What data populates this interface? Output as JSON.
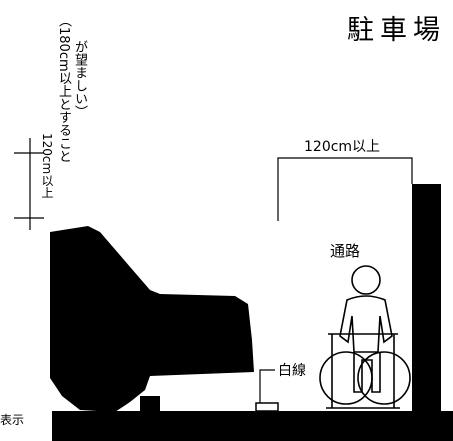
{
  "title": "駐車場",
  "notes": {
    "recommended_height_line1": "（180cm以上とすること",
    "recommended_height_line2": "が望ましい）",
    "height_label": "120cm以上"
  },
  "labels": {
    "width_label": "120cm以上",
    "passage": "通路",
    "white_line": "白線",
    "edge_text": "表示"
  },
  "colors": {
    "ink": "#000000",
    "background": "#ffffff"
  }
}
